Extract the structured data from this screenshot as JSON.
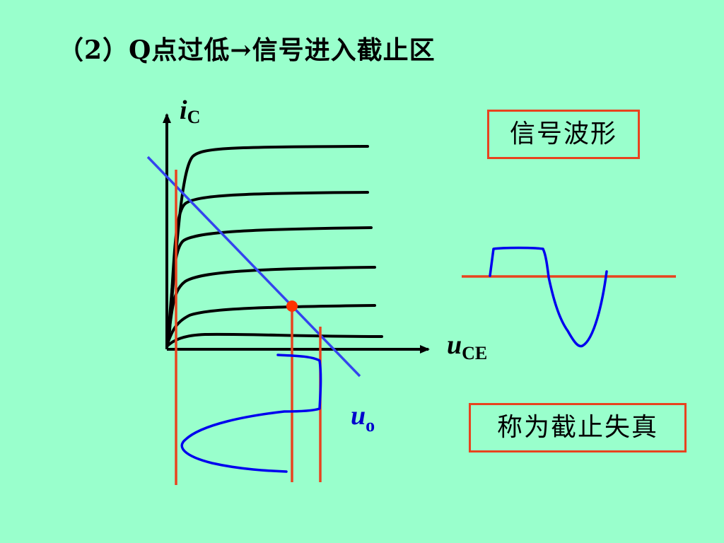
{
  "title": "（2）Q点过低→信号进入截止区",
  "labels": {
    "y_axis_main": "i",
    "y_axis_sub": "C",
    "x_axis_main": "u",
    "x_axis_sub": "CE",
    "output_main": "u",
    "output_sub": "o"
  },
  "boxes": {
    "signal_waveform": "信号波形",
    "cutoff_distortion": "称为截止失真"
  },
  "colors": {
    "background": "#99FFCC",
    "curves": "#000000",
    "load_line": "#3344EE",
    "guide_lines": "#E8431E",
    "q_point": "#FF3300",
    "waveform": "#0000EE",
    "box_border": "#E8431E"
  }
}
